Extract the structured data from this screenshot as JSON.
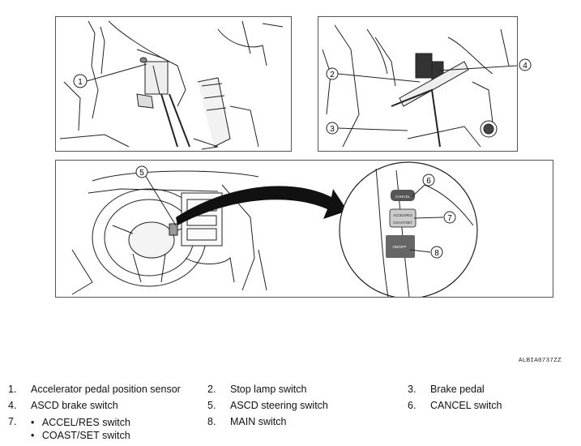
{
  "figure": {
    "image_code": "ALBIA0737ZZ",
    "callouts": [
      "1",
      "2",
      "3",
      "4",
      "5",
      "6",
      "7",
      "8"
    ],
    "switch_labels": {
      "cancel": "CANCEL",
      "accel_res": "ACCEL/RES",
      "coast_set": "COAST/SET",
      "on_off": "ON/OFF"
    }
  },
  "legend": [
    {
      "num": "1.",
      "text": "Accelerator pedal position sensor"
    },
    {
      "num": "2.",
      "text": "Stop lamp switch"
    },
    {
      "num": "3.",
      "text": "Brake pedal"
    },
    {
      "num": "4.",
      "text": "ASCD brake switch"
    },
    {
      "num": "5.",
      "text": "ASCD steering switch"
    },
    {
      "num": "6.",
      "text": "CANCEL switch"
    },
    {
      "num": "7.",
      "bullets": [
        "ACCEL/RES switch",
        "COAST/SET switch"
      ]
    },
    {
      "num": "8.",
      "text": "MAIN switch"
    }
  ],
  "bullet_char": "•"
}
